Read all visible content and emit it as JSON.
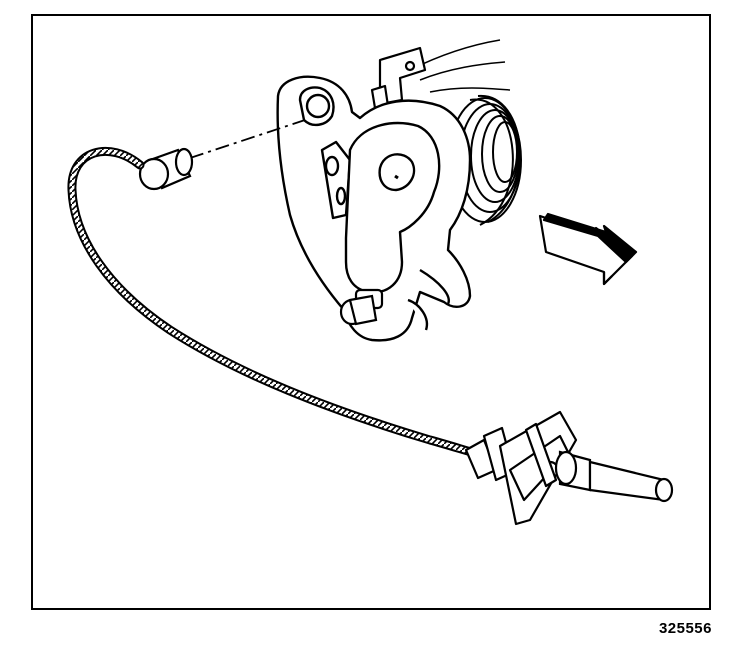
{
  "figure": {
    "number": "325556"
  },
  "colors": {
    "ink": "#000000",
    "paper": "#ffffff"
  },
  "parts": {
    "actuator_housing": "spring-drum-housing",
    "cable": "braided-control-cable",
    "cable_end_plug": "cylindrical-cable-end",
    "mounting_bracket": "cable-mounting-bracket",
    "plunger": "cable-plunger",
    "direction_arrow": "arrow-icon"
  }
}
